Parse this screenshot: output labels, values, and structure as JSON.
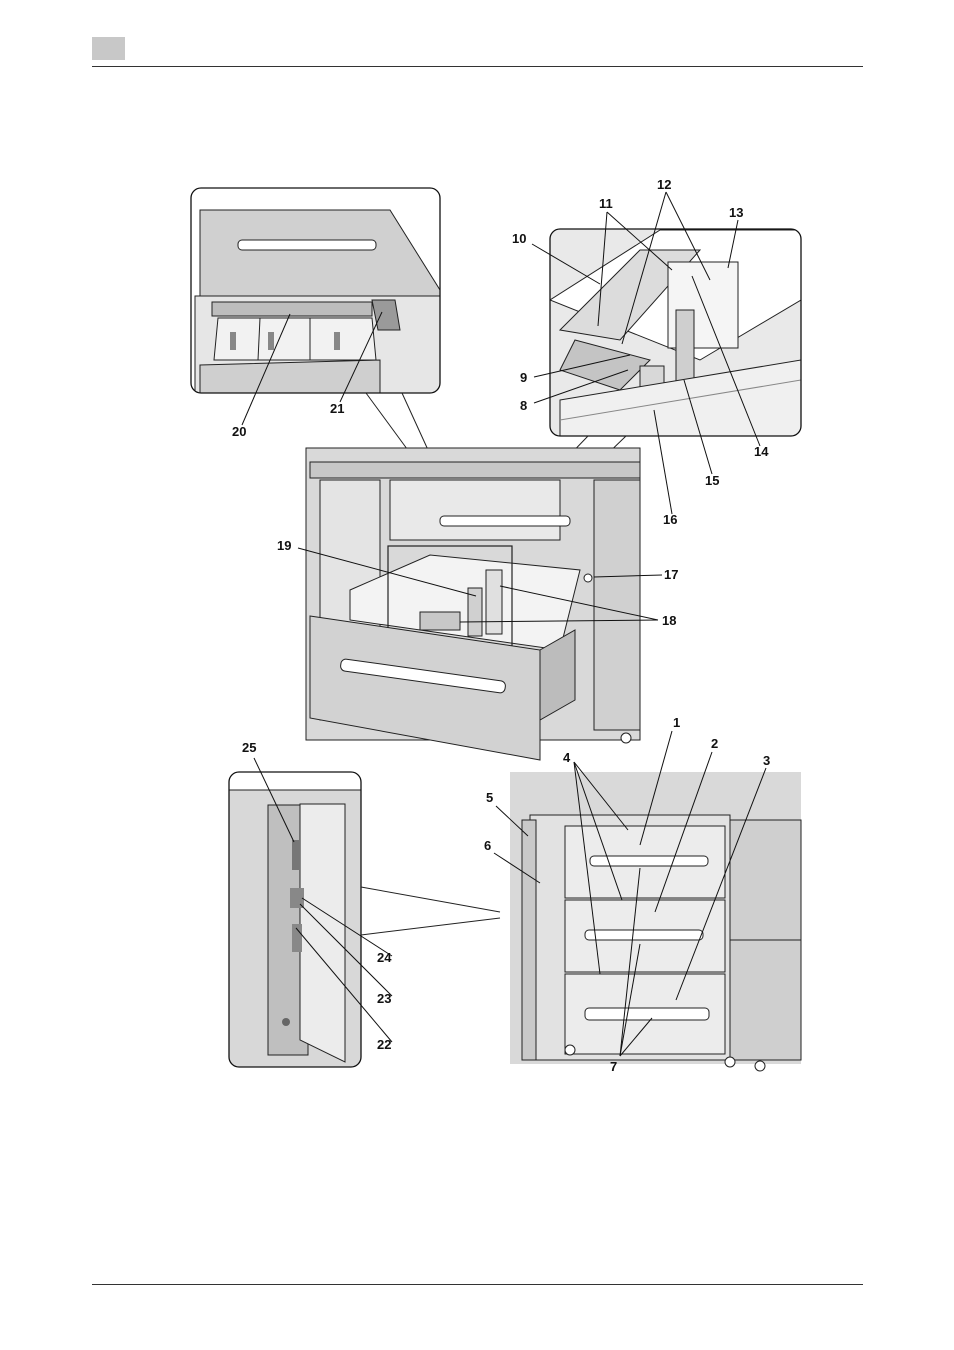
{
  "callouts": {
    "c1": "1",
    "c2": "2",
    "c3": "3",
    "c4": "4",
    "c5": "5",
    "c6": "6",
    "c7": "7",
    "c8": "8",
    "c9": "9",
    "c10": "10",
    "c11": "11",
    "c12": "12",
    "c13": "13",
    "c14": "14",
    "c15": "15",
    "c16": "16",
    "c17": "17",
    "c18": "18",
    "c19": "19",
    "c20": "20",
    "c21": "21",
    "c22": "22",
    "c23": "23",
    "c24": "24",
    "c25": "25"
  },
  "colors": {
    "machine_fill": "#d6d6d6",
    "machine_dark": "#a8a8a8",
    "line": "#222222",
    "header_square": "#c8c8c8"
  }
}
